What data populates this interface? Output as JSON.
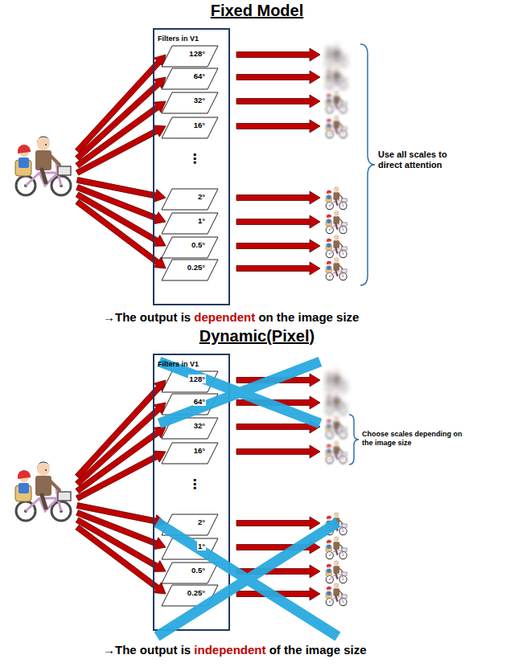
{
  "diagram": {
    "title": "Fixed Model",
    "nodes": [
      {
        "text": [
          "Filters in V1"
        ]
      },
      {
        "text": [
          "128°"
        ],
        "in": 0
      },
      {
        "text": [
          "64°"
        ],
        "in": 0
      },
      {
        "text": [
          "32°"
        ],
        "in": 0
      },
      {
        "text": [
          "16°"
        ],
        "in": 0
      },
      {
        "text": [
          "2°"
        ],
        "in": 0
      },
      {
        "text": [
          "1°"
        ],
        "in": 0
      },
      {
        "text": [
          "0.5°"
        ],
        "in": 0
      },
      {
        "text": [
          "0.25°"
        ],
        "in": 0
      },
      {
        "text": [
          "Filters in V1"
        ]
      },
      {
        "text": [
          "128°"
        ],
        "in": 9
      },
      {
        "text": [
          "64°"
        ],
        "in": 9
      },
      {
        "text": [
          "32°"
        ],
        "in": 9
      },
      {
        "text": [
          "16°"
        ],
        "in": 9
      },
      {
        "text": [
          "2°"
        ],
        "in": 9
      },
      {
        "text": [
          "1°"
        ],
        "in": 9
      },
      {
        "text": [
          "0.5°"
        ],
        "in": 9
      },
      {
        "text": [
          "0.25°"
        ],
        "in": 9
      }
    ],
    "labels": [
      "Use all scales to direct attention",
      "⋮",
      "→The output is",
      "dependent",
      "on the image size",
      "Dynamic(Pixel)",
      "⋮",
      "Choose scales depending on the image size",
      "→The output is",
      "independent",
      "of the image size"
    ]
  }
}
